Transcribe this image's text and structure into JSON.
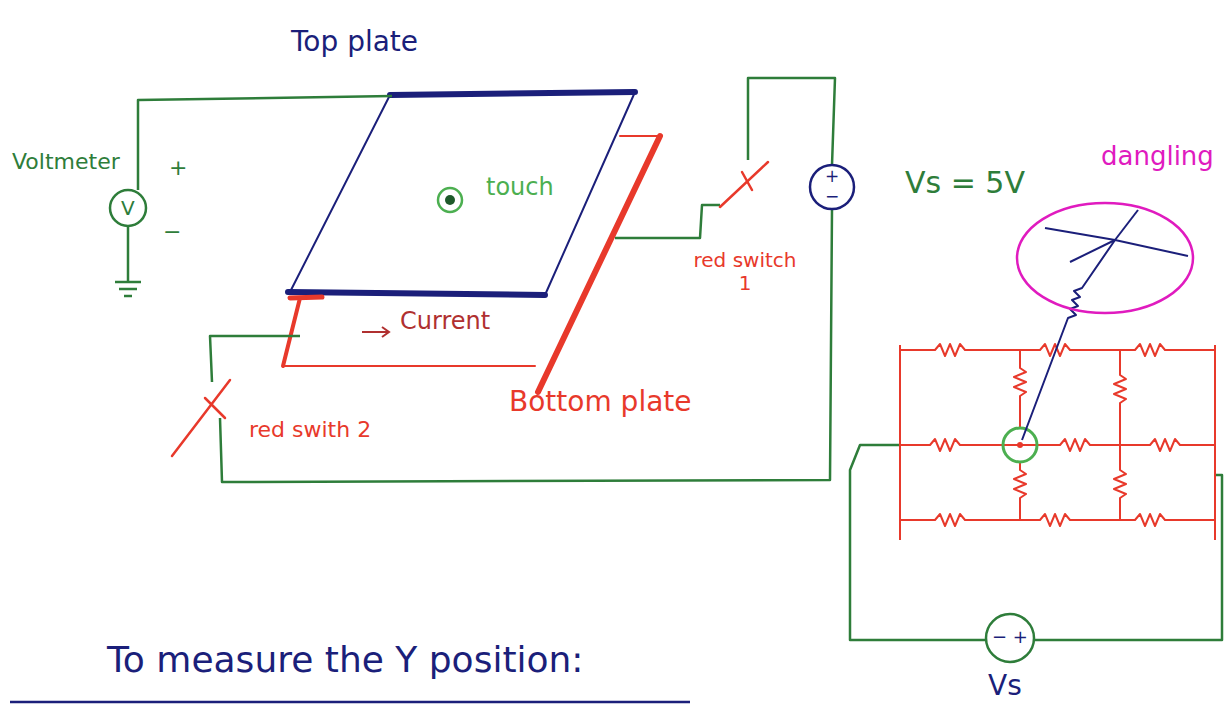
{
  "diagram": {
    "nodes": [
      {
        "text": [
          "Voltmeter",
          "V",
          "+",
          "−"
        ]
      },
      {
        "text": [
          "touch"
        ]
      },
      {
        "text": [
          "+",
          "−",
          "Vs = 5V"
        ]
      },
      {
        "text": [
          "dangling"
        ]
      },
      {
        "text": [
          "− +",
          "Vs"
        ]
      }
    ],
    "labels": [
      "Top plate",
      "Current",
      "red switch 1",
      "red swith 2",
      "Bottom plate",
      "To measure the Y position:"
    ]
  }
}
